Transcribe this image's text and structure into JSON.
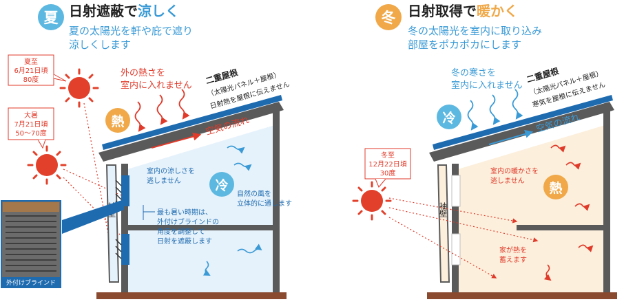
{
  "colors": {
    "summer_badge": "#5cb8e0",
    "winter_badge": "#f0a848",
    "accent_red": "#e03a2a",
    "accent_blue": "#3a9ad6",
    "roof_blue": "#1e6bb0",
    "wall_gray": "#5a5a5a",
    "cool_fill": "#e6f2fb",
    "warm_fill": "#fcefdc",
    "ground": "#8a4a30"
  },
  "summer": {
    "badge": "夏",
    "title_a": "日射遮蔽で",
    "title_b": "涼しく",
    "desc_1": "夏の太陽光を軒や庇で遮り",
    "desc_2": "涼しくします",
    "sun_top": {
      "l1": "夏至",
      "l2": "6月21日頃",
      "l3": "80度"
    },
    "sun_bottom": {
      "l1": "大暑",
      "l2": "7月21日頃",
      "l3": "50〜70度"
    },
    "heat_text_1": "外の熱さを",
    "heat_text_2": "室内に入れません",
    "heat_badge": "熱",
    "roof_1": "二重屋根",
    "roof_2": "（太陽光パネル＋屋根）",
    "roof_3": "日射熱を屋根に伝えません",
    "airflow": "空気の流れ",
    "keep_1": "室内の涼しさを",
    "keep_2": "逃しません",
    "cool_badge": "冷",
    "wind_1": "自然の風を",
    "wind_2": "立体的に通します",
    "blind_1": "最も暑い時期は、",
    "blind_2": "外付けブラインドの",
    "blind_3": "角度を調整して",
    "blind_4": "日射を遮蔽します",
    "side_wall": "袖壁",
    "photo_caption": "外付けブラインド"
  },
  "winter": {
    "badge": "冬",
    "title_a": "日射取得で",
    "title_b": "暖かく",
    "desc_1": "冬の太陽光を室内に取り込み",
    "desc_2": "部屋をポカポカにします",
    "sun": {
      "l1": "冬至",
      "l2": "12月22日頃",
      "l3": "30度"
    },
    "cold_text_1": "冬の寒さを",
    "cold_text_2": "室内に入れません",
    "cold_badge": "冷",
    "roof_1": "二重屋根",
    "roof_2": "（太陽光パネル＋屋根）",
    "roof_3": "寒気を屋根に伝えません",
    "airflow": "空気の流れ",
    "keep_1": "室内の暖かさを",
    "keep_2": "逃しません",
    "heat_badge": "熱",
    "store_1": "家が熱を",
    "store_2": "蓄えます",
    "side_wall": "袖壁"
  }
}
